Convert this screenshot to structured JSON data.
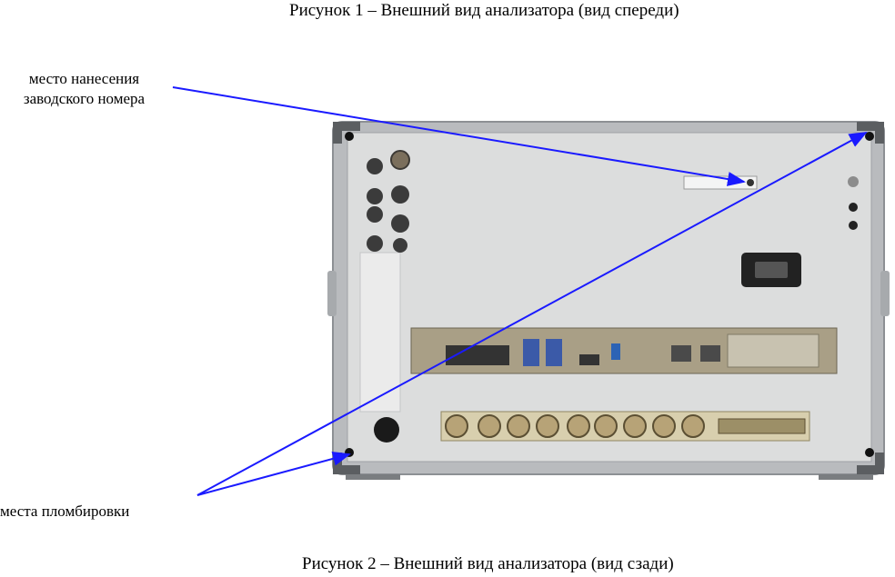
{
  "figure_top": {
    "caption": "Рисунок 1 – Внешний вид анализатора (вид спереди)"
  },
  "figure_bottom": {
    "caption": "Рисунок 2 – Внешний вид анализатора (вид сзади)"
  },
  "callouts": {
    "serial_location": "место нанесения заводского номера",
    "sealing_locations": "места пломбировки"
  },
  "colors": {
    "arrow": "#1a1aff",
    "panel": "#d9dada",
    "frame": "#b7b9bc"
  }
}
